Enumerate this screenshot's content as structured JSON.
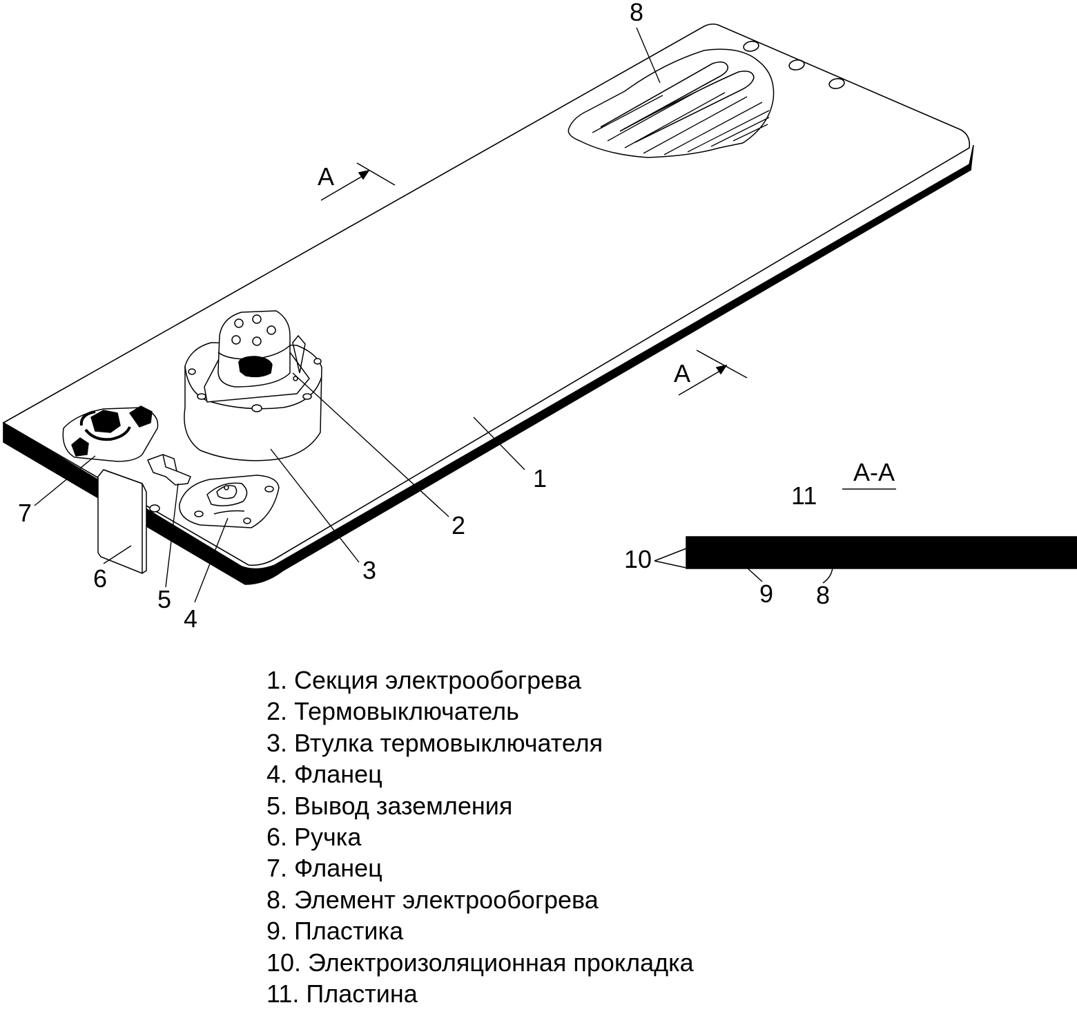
{
  "callouts": {
    "c1": "1",
    "c2": "2",
    "c3": "3",
    "c4": "4",
    "c5": "5",
    "c6": "6",
    "c7": "7",
    "c8_top": "8",
    "c8_section": "8",
    "c9": "9",
    "c10": "10",
    "c11": "11"
  },
  "section_marks": {
    "upper": "A",
    "lower": "A",
    "title": "A-A"
  },
  "legend": [
    "1. Секция электрообогрева",
    "2. Термовыключатель",
    "3. Втулка термовыключателя",
    "4. Фланец",
    "5. Вывод заземления",
    "6. Ручка",
    "7. Фланец",
    "8. Элемент электрообогрева",
    "9. Пластика",
    "10. Электроизоляционная прокладка",
    "11. Пластина"
  ]
}
